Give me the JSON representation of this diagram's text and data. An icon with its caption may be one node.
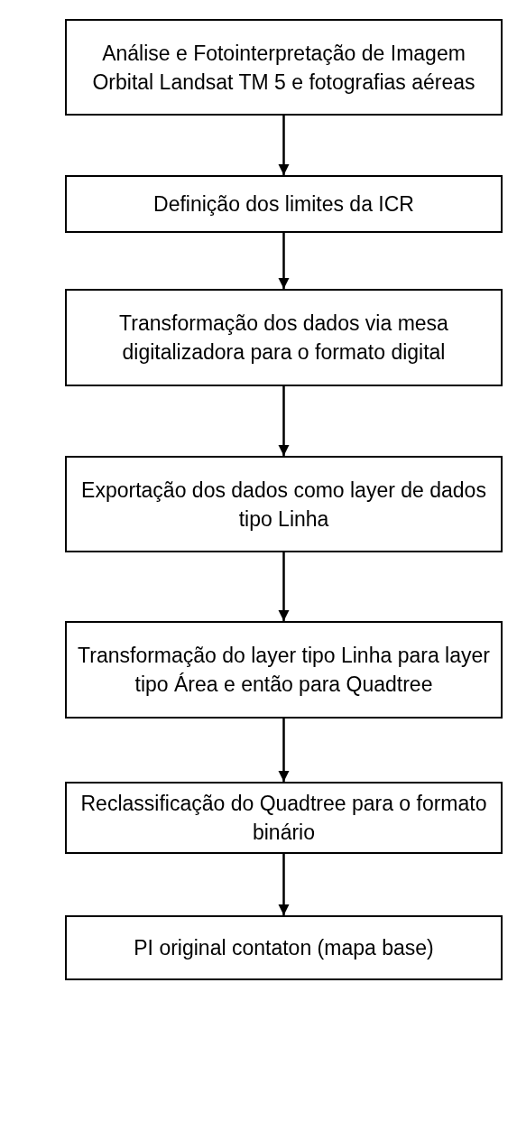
{
  "diagram": {
    "nodes": [
      {
        "text": [
          "Análise e Fotointerpretação de Imagem Orbital Landsat TM 5 e fotografias aéreas"
        ]
      },
      {
        "text": [
          "Definição dos limites da ICR"
        ]
      },
      {
        "text": [
          "Transformação dos dados via mesa digitalizadora para o formato digital"
        ]
      },
      {
        "text": [
          "Exportação dos dados como layer de dados tipo Linha"
        ]
      },
      {
        "text": [
          "Transformação do layer tipo Linha para layer tipo Área e então para Quadtree"
        ]
      },
      {
        "text": [
          "Reclassificação do Quadtree para o formato binário"
        ]
      },
      {
        "text": [
          "PI original contaton (mapa base)"
        ]
      }
    ],
    "edges": [
      {
        "from": 0,
        "to": 1,
        "arrow": "to"
      },
      {
        "from": 1,
        "to": 2,
        "arrow": "to"
      },
      {
        "from": 2,
        "to": 3,
        "arrow": "to"
      },
      {
        "from": 3,
        "to": 4,
        "arrow": "to"
      },
      {
        "from": 4,
        "to": 5,
        "arrow": "to"
      },
      {
        "from": 5,
        "to": 6,
        "arrow": "to"
      }
    ]
  }
}
